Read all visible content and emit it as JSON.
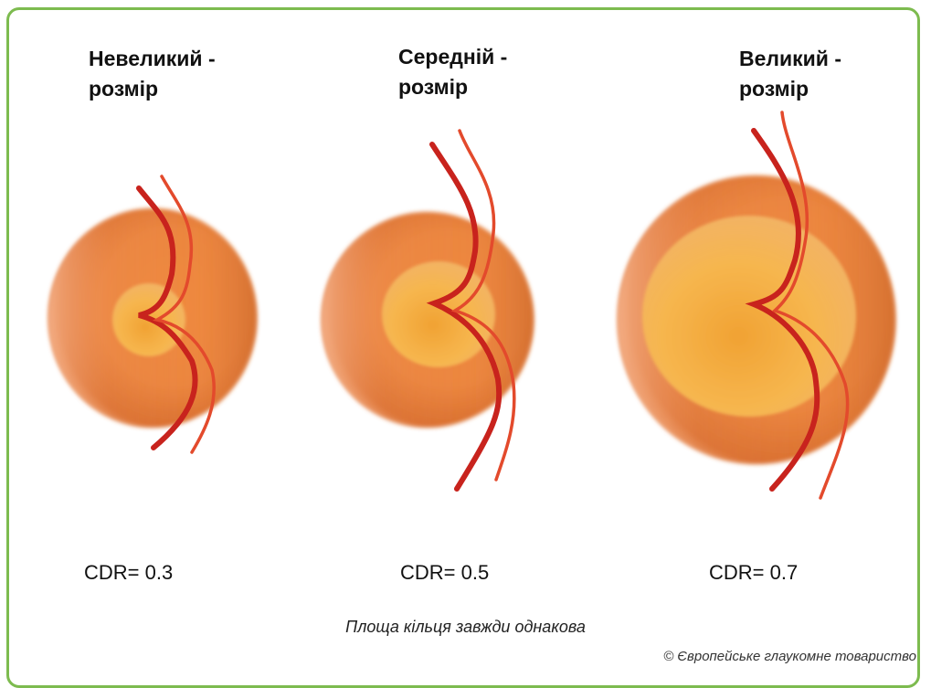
{
  "panels": [
    {
      "title_line1": "Невеликий -",
      "title_line2": "розмір",
      "cdr": "CDR= 0.3"
    },
    {
      "title_line1": "Середній -",
      "title_line2": "розмір",
      "cdr": "CDR= 0.5"
    },
    {
      "title_line1": "Великий -",
      "title_line2": "розмір",
      "cdr": "CDR= 0.7"
    }
  ],
  "caption": "Площа кільця завжди однакова",
  "copyright": "© Європейське глаукомне товариство",
  "colors": {
    "frame_border": "#7dbb4f",
    "rim_orange": "#e8803a",
    "cup_yellow": "#f6b64e",
    "vessel_dark": "#c8231d",
    "vessel_light": "#e34a2c"
  }
}
